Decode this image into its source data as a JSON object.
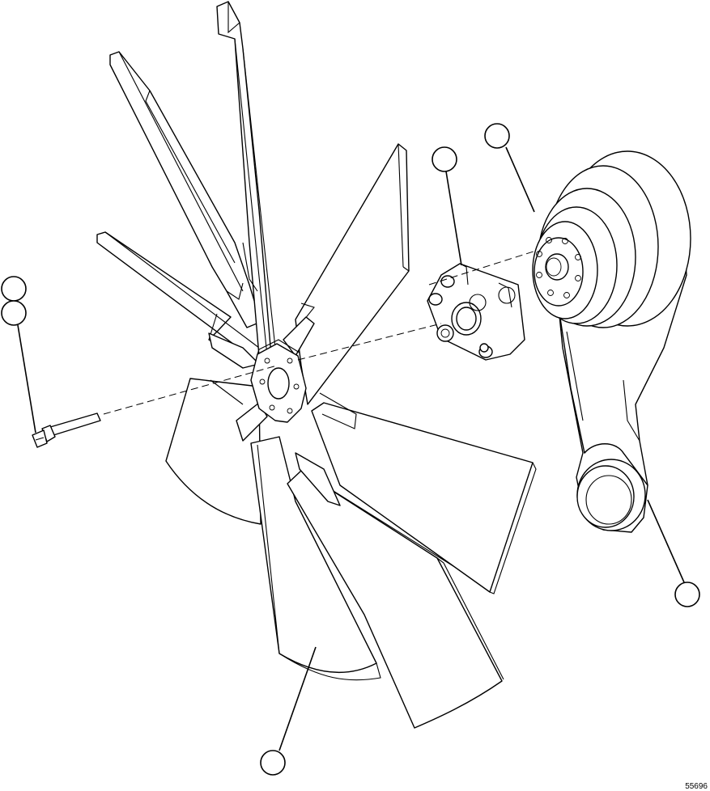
{
  "figure": {
    "reference_number": "55696",
    "line_color": "#000000",
    "background_color": "#ffffff"
  },
  "balloons": [
    {
      "id": "balloon-fan-drive-upper",
      "label": ""
    },
    {
      "id": "balloon-spacer",
      "label": ""
    },
    {
      "id": "balloon-bolt-a",
      "label": ""
    },
    {
      "id": "balloon-bolt-b",
      "label": ""
    },
    {
      "id": "balloon-fan-drive-arm",
      "label": ""
    },
    {
      "id": "balloon-fan",
      "label": ""
    }
  ]
}
